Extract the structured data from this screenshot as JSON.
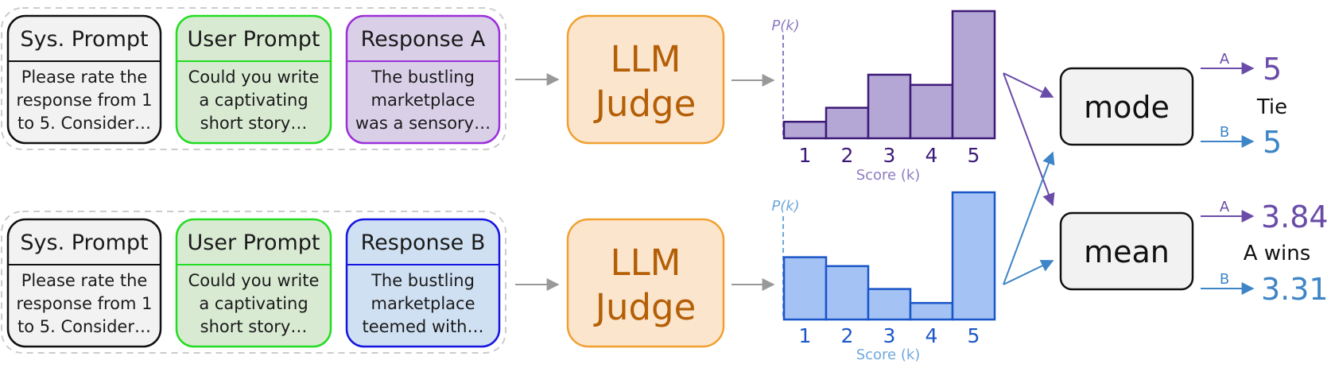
{
  "colors": {
    "sys_fill": "#f2f2f2",
    "sys_border": "#111111",
    "user_fill": "#d9ead3",
    "user_border": "#22dd22",
    "resp_a_fill": "#d9d0e8",
    "resp_a_border": "#9b30d9",
    "resp_b_fill": "#cfe0f3",
    "resp_b_border": "#1515e0",
    "judge_fill": "#fce5cd",
    "judge_border": "#f0a030",
    "judge_text": "#b45f06",
    "series_a_fill": "#b4a7d6",
    "series_a_border": "#3d1a78",
    "series_a_accent": "#6a4ca8",
    "series_b_fill": "#a4c2f4",
    "series_b_border": "#1a56c8",
    "series_b_accent": "#3d85c6",
    "op_fill": "#f2f2f2",
    "connector": "#999999"
  },
  "rows": [
    {
      "id": "a",
      "sys_prompt": {
        "title": "Sys. Prompt",
        "lines": [
          "Please rate the",
          "response from 1",
          "to 5. Consider…"
        ]
      },
      "user_prompt": {
        "title": "User Prompt",
        "lines": [
          "Could you write",
          "a captivating",
          "short story…"
        ]
      },
      "response": {
        "title": "Response A",
        "lines": [
          "The bustling",
          "marketplace",
          "was a sensory…"
        ]
      },
      "judge": {
        "lines": [
          "LLM",
          "Judge"
        ]
      }
    },
    {
      "id": "b",
      "sys_prompt": {
        "title": "Sys. Prompt",
        "lines": [
          "Please rate the",
          "response from 1",
          "to 5. Consider…"
        ]
      },
      "user_prompt": {
        "title": "User Prompt",
        "lines": [
          "Could you write",
          "a captivating",
          "short story…"
        ]
      },
      "response": {
        "title": "Response B",
        "lines": [
          "The bustling",
          "marketplace",
          "teemed with…"
        ]
      },
      "judge": {
        "lines": [
          "LLM",
          "Judge"
        ]
      }
    }
  ],
  "chart_data": [
    {
      "type": "bar",
      "series": [
        {
          "values": [
            0.13,
            0.24,
            0.5,
            0.42,
            1.0
          ]
        }
      ],
      "categories": [
        "1",
        "2",
        "3",
        "4",
        "5"
      ],
      "xlabel": "Score (k)",
      "ylabel": "P(k)",
      "ylim": [
        0,
        1.0
      ]
    },
    {
      "type": "bar",
      "series": [
        {
          "values": [
            0.49,
            0.42,
            0.24,
            0.13,
            1.0
          ]
        }
      ],
      "categories": [
        "1",
        "2",
        "3",
        "4",
        "5"
      ],
      "xlabel": "Score (k)",
      "ylabel": "P(k)",
      "ylim": [
        0,
        1.0
      ]
    }
  ],
  "aggregators": [
    {
      "label": "mode",
      "result_a": {
        "tag": "A",
        "value": "5"
      },
      "result_b": {
        "tag": "B",
        "value": "5"
      },
      "outcome": "Tie"
    },
    {
      "label": "mean",
      "result_a": {
        "tag": "A",
        "value": "3.84"
      },
      "result_b": {
        "tag": "B",
        "value": "3.31"
      },
      "outcome": "A wins"
    }
  ]
}
